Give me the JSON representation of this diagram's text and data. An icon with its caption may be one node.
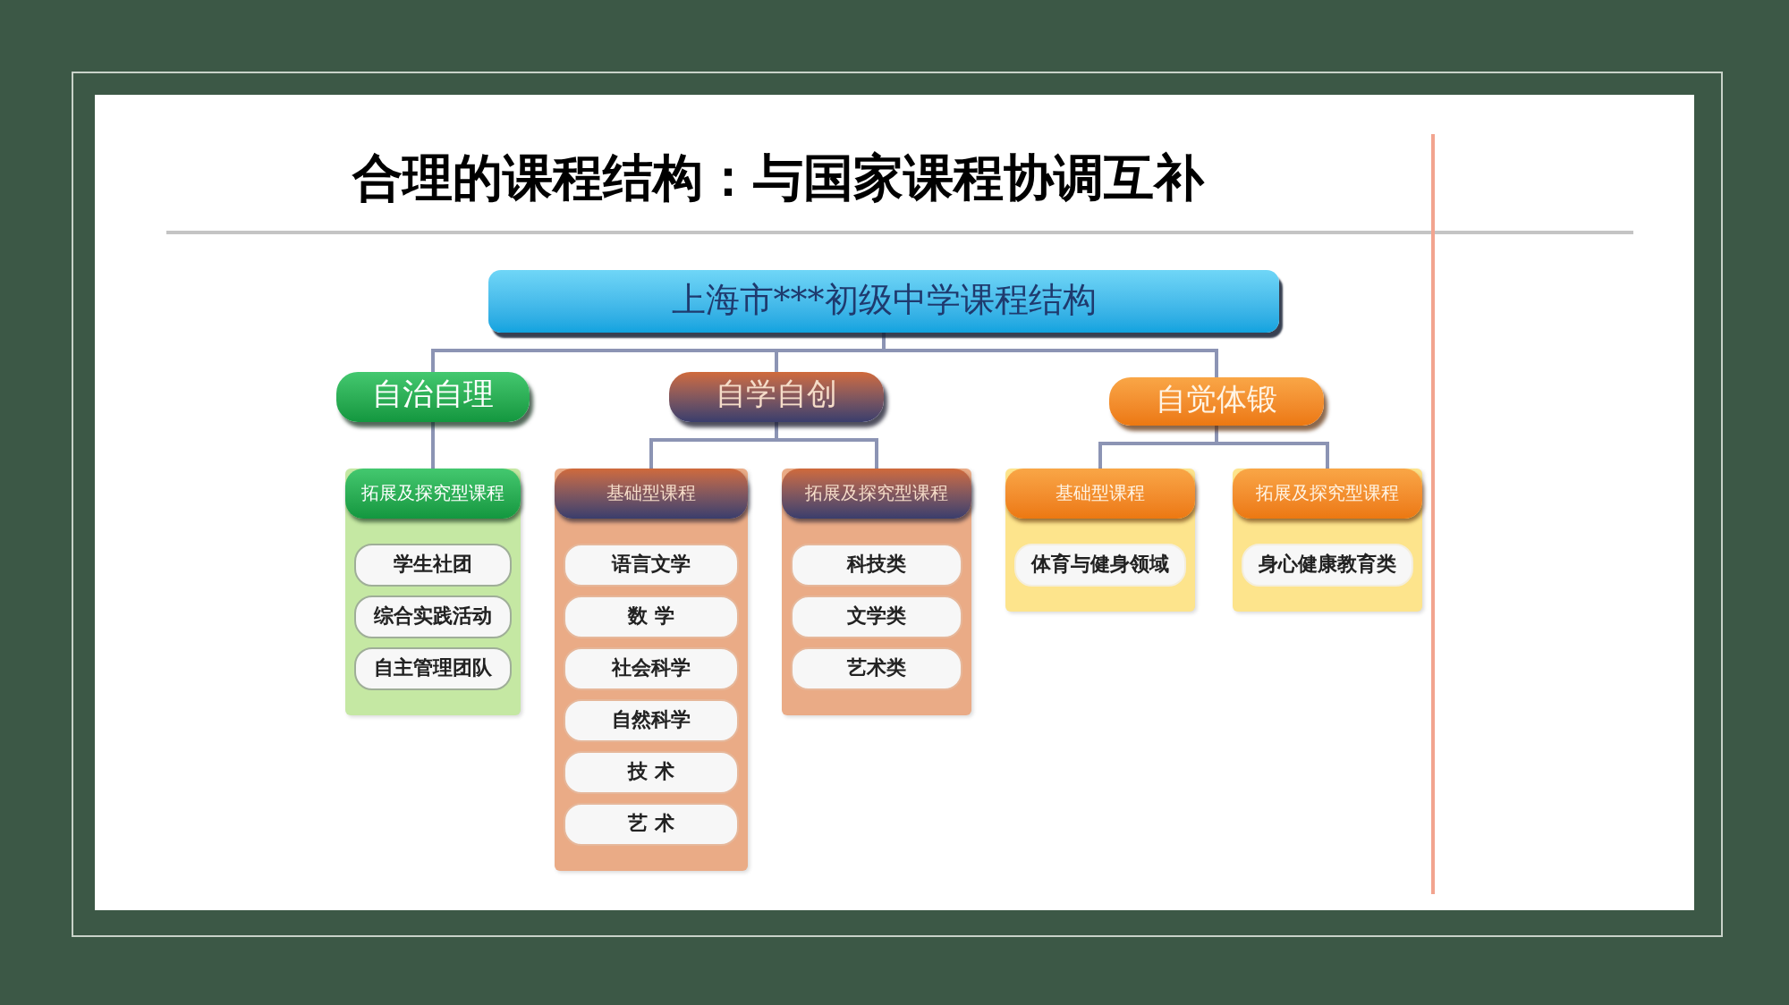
{
  "diagram": {
    "title": "合理的课程结构：与国家课程协调互补",
    "nodes": [
      {
        "text": [
          "上海市***初级中学课程结构"
        ]
      },
      {
        "text": [
          "自治自理"
        ]
      },
      {
        "text": [
          "自学自创"
        ]
      },
      {
        "text": [
          "自觉体锻"
        ]
      },
      {
        "text": [],
        "shape": "box"
      },
      {
        "text": [
          "拓展及探究型课程"
        ],
        "in": 4
      },
      {
        "text": [
          "学生社团"
        ],
        "in": 4
      },
      {
        "text": [
          "综合实践活动"
        ],
        "in": 4
      },
      {
        "text": [
          "自主管理团队"
        ],
        "in": 4
      },
      {
        "text": [],
        "shape": "box"
      },
      {
        "text": [
          "基础型课程"
        ],
        "in": 9
      },
      {
        "text": [
          "语言文学"
        ],
        "in": 9
      },
      {
        "text": [
          "数 学"
        ],
        "in": 9
      },
      {
        "text": [
          "社会科学"
        ],
        "in": 9
      },
      {
        "text": [
          "自然科学"
        ],
        "in": 9
      },
      {
        "text": [
          "技 术"
        ],
        "in": 9
      },
      {
        "text": [
          "艺 术"
        ],
        "in": 9
      },
      {
        "text": [],
        "shape": "box"
      },
      {
        "text": [
          "拓展及探究型课程"
        ],
        "in": 17
      },
      {
        "text": [
          "科技类"
        ],
        "in": 17
      },
      {
        "text": [
          "文学类"
        ],
        "in": 17
      },
      {
        "text": [
          "艺术类"
        ],
        "in": 17
      },
      {
        "text": [],
        "shape": "box"
      },
      {
        "text": [
          "基础型课程"
        ],
        "in": 22
      },
      {
        "text": [
          "体育与健身领域"
        ],
        "in": 22
      },
      {
        "text": [],
        "shape": "box"
      },
      {
        "text": [
          "拓展及探究型课程"
        ],
        "in": 25
      },
      {
        "text": [
          "身心健康教育类"
        ],
        "in": 25
      }
    ],
    "edges": [
      {
        "from": 0,
        "to": 1,
        "arrow": "none"
      },
      {
        "from": 0,
        "to": 2,
        "arrow": "none"
      },
      {
        "from": 0,
        "to": 3,
        "arrow": "none"
      },
      {
        "from": 1,
        "to": 5,
        "arrow": "none"
      },
      {
        "from": 2,
        "to": 10,
        "arrow": "none"
      },
      {
        "from": 2,
        "to": 18,
        "arrow": "none"
      },
      {
        "from": 3,
        "to": 23,
        "arrow": "none"
      },
      {
        "from": 3,
        "to": 26,
        "arrow": "none"
      }
    ]
  }
}
